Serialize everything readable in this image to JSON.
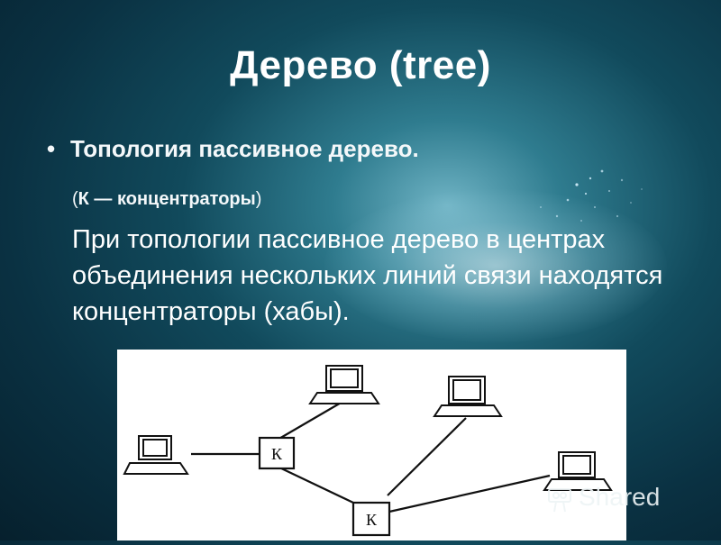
{
  "slide": {
    "title": "Дерево (tree)",
    "bullet": "•",
    "bullet_text": "Топология пассивное дерево.",
    "note_open": "(",
    "note_bold": "К — концентраторы",
    "note_close": ")",
    "paragraph": "При топологии пассивное дерево в центрах объединения нескольких линий связи находятся концентраторы (хабы)."
  },
  "diagram": {
    "hub_label_1": "К",
    "hub_label_2": "К"
  },
  "watermark": {
    "text": "Shared",
    "icon": "slideshare-icon"
  }
}
